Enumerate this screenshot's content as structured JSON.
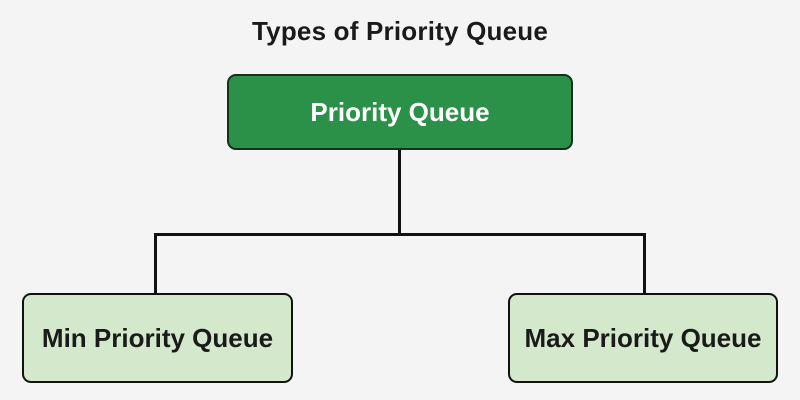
{
  "diagram": {
    "title": "Types of Priority Queue",
    "root": {
      "label": "Priority Queue"
    },
    "children": [
      {
        "label": "Min Priority Queue"
      },
      {
        "label": "Max Priority Queue"
      }
    ],
    "colors": {
      "background": "#f4f4f4",
      "root_fill": "#2b9148",
      "root_text": "#ffffff",
      "child_fill": "#d4e8cc",
      "child_text": "#1a1a1a",
      "line": "#111111",
      "title_text": "#1a1a1a"
    }
  }
}
